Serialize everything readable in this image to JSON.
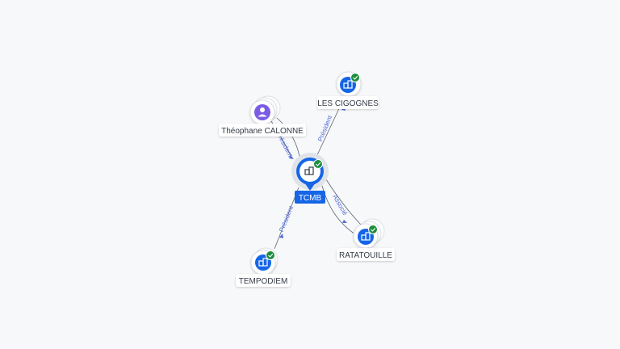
{
  "graph": {
    "center": {
      "label": "TCMB",
      "icon": "building-icon",
      "verified": true,
      "accent": "#1565e6"
    },
    "nodes": [
      {
        "id": "theophane",
        "label": "Théophane CALONNE",
        "kind": "person",
        "icon": "person-icon",
        "verified": false,
        "color": "#7b5ce6"
      },
      {
        "id": "cigognes",
        "label": "LES CIGOGNES",
        "kind": "company",
        "icon": "building-icon",
        "verified": true,
        "color": "#1565e6"
      },
      {
        "id": "ratatouille",
        "label": "RATATOUILLE",
        "kind": "company",
        "icon": "building-icon",
        "verified": true,
        "color": "#1565e6"
      },
      {
        "id": "tempodiem",
        "label": "TEMPODIEM",
        "kind": "company",
        "icon": "building-icon",
        "verified": true,
        "color": "#1565e6"
      }
    ],
    "edges": [
      {
        "from": "theophane",
        "to": "center",
        "label": "Président"
      },
      {
        "from": "center",
        "to": "cigognes",
        "label": "Président"
      },
      {
        "from": "center",
        "to": "ratatouille",
        "label": "Associé"
      },
      {
        "from": "center",
        "to": "tempodiem",
        "label": "Président"
      }
    ],
    "colors": {
      "edge": "#5a6270",
      "edge_label": "#4f6bd8",
      "verified_badge": "#1e8e3e"
    }
  }
}
